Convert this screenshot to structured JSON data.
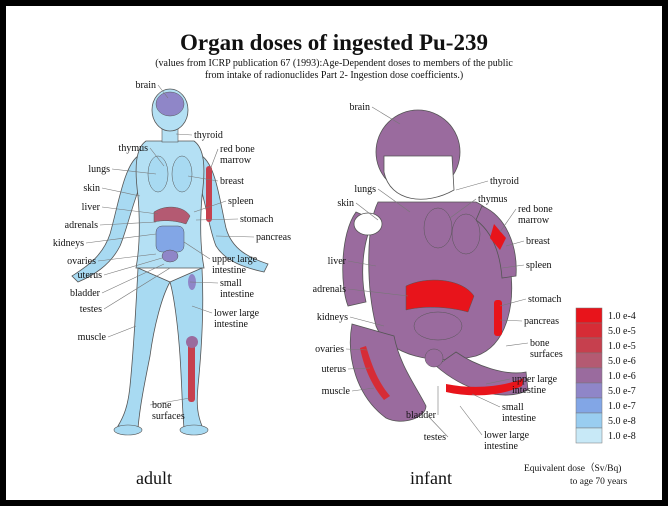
{
  "title": "Organ doses of ingested Pu-239",
  "subtitle_line1": "(values from ICRP publication 67 (1993):Age-Dependent doses to members of the public",
  "subtitle_line2": "from intake of  radionuclides  Part 2- Ingestion dose coefficients.)",
  "adult": {
    "caption": "adult",
    "labels": [
      "brain",
      "thymus",
      "thyroid",
      "red bone marrow",
      "lungs",
      "breast",
      "skin",
      "spleen",
      "liver",
      "stomach",
      "adrenals",
      "pancreas",
      "kidneys",
      "ovaries",
      "upper large intestine",
      "uterus",
      "small intestine",
      "bladder",
      "testes",
      "lower large intestine",
      "muscle",
      "bone surfaces"
    ]
  },
  "infant": {
    "caption": "infant",
    "labels": [
      "brain",
      "thyroid",
      "lungs",
      "thymus",
      "skin",
      "red bone marrow",
      "breast",
      "liver",
      "spleen",
      "adrenals",
      "stomach",
      "kidneys",
      "pancreas",
      "ovaries",
      "bone surfaces",
      "uterus",
      "upper large intestine",
      "muscle",
      "small intestine",
      "bladder",
      "testes",
      "lower large intestine"
    ]
  },
  "legend": {
    "entries": [
      {
        "label": "1.0 e-4",
        "color": "#e8141b"
      },
      {
        "label": "5.0 e-5",
        "color": "#d62c36"
      },
      {
        "label": "1.0 e-5",
        "color": "#c6404e"
      },
      {
        "label": "5.0 e-6",
        "color": "#b45a72"
      },
      {
        "label": "1.0 e-6",
        "color": "#9a6b9e"
      },
      {
        "label": "5.0 e-7",
        "color": "#8f86c8"
      },
      {
        "label": "1.0 e-7",
        "color": "#82a6e6"
      },
      {
        "label": "5.0 e-8",
        "color": "#99cdf0"
      },
      {
        "label": "1.0 e-8",
        "color": "#c8e9f7"
      }
    ],
    "caption_line1": "Equivalent dose（Sv/Bq)",
    "caption_line2": "to age 70 years"
  }
}
